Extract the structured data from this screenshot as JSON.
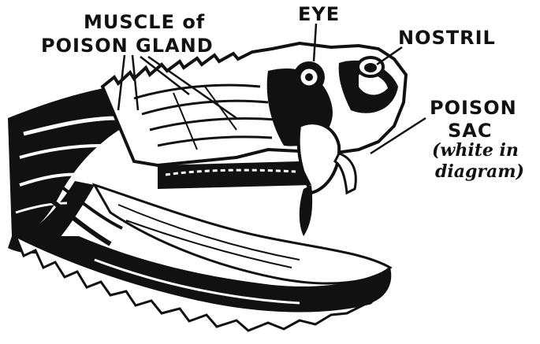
{
  "labels": {
    "muscle_line1": "MUSCLE of",
    "muscle_line2": "POISON GLAND",
    "eye": "EYE",
    "nostril": "NOSTRIL",
    "sac_line1": "POISON",
    "sac_line2": "SAC",
    "sac_note1": "(white in",
    "sac_note2": "diagram)"
  },
  "colors": {
    "ink": "#111111",
    "paper": "#ffffff"
  }
}
